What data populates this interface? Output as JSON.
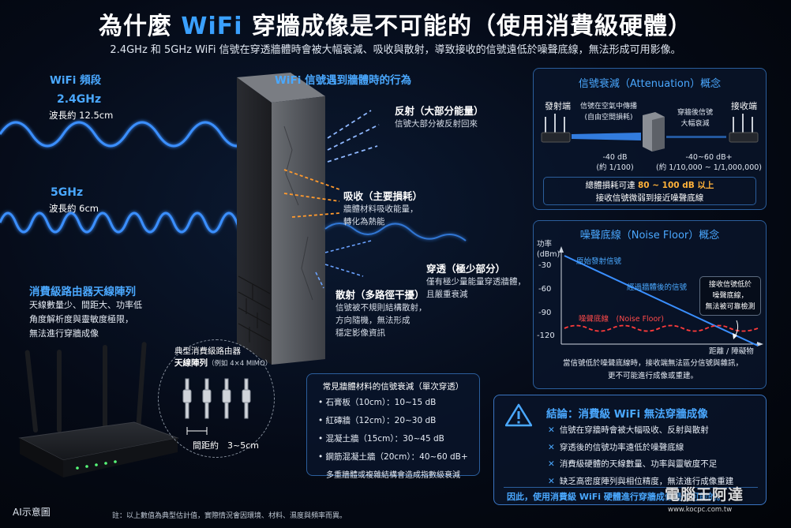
{
  "title": {
    "prefix": "為什麼 ",
    "wifi": "WiFi",
    "suffix": " 穿牆成像是不可能的（使用消費級硬體）"
  },
  "subtitle": "2.4GHz 和 5GHz WiFi 信號在穿透牆體時會被大幅衰減、吸收與散射，導致接收的信號遠低於噪聲底線，無法形成可用影像。",
  "bands": {
    "heading": "WiFi 頻段",
    "b24": {
      "name": "2.4GHz",
      "wavelength": "波長約 12.5cm"
    },
    "b5": {
      "name": "5GHz",
      "wavelength": "波長約 6cm"
    }
  },
  "wall_section": {
    "heading": "WiFi 信號遇到牆體時的行為",
    "reflect": {
      "title": "反射（大部分能量）",
      "desc": "信號大部分被反射回來"
    },
    "absorb": {
      "title": "吸收（主要損耗）",
      "desc1": "牆體材料吸收能量，",
      "desc2": "轉化為熱能"
    },
    "penetrate": {
      "title": "穿透（極少部分）",
      "desc1": "僅有極少量能量穿透牆體，",
      "desc2": "且嚴重衰減"
    },
    "scatter": {
      "title": "散射（多路徑干擾）",
      "desc1": "信號被不規則結構散射，",
      "desc2": "方向隨機，無法形成",
      "desc3": "穩定影像資訊"
    }
  },
  "router_section": {
    "heading": "消費級路由器天線陣列",
    "desc1": "天線數量少、間距大、功率低",
    "desc2": "角度解析度與靈敏度極限，",
    "desc3": "無法進行穿牆成像",
    "inset_title": "典型消費級路由器",
    "inset_sub_bold": "天線陣列",
    "inset_sub": "（例如 4×4 MIMO）",
    "spacing": "間距約　3~5cm"
  },
  "materials": {
    "title": "常見牆體材料的信號衰減（單次穿透）",
    "items": [
      "石膏板（10cm）：10~15 dB",
      "紅磚牆（12cm）：20~30 dB",
      "混凝土牆（15cm）：30~45 dB",
      "鋼筋混凝土牆（20cm）：40~60 dB+"
    ],
    "note": "多重牆體或複雜結構會造成指數級衰減"
  },
  "attenuation": {
    "title": "信號衰減（Attenuation）概念",
    "tx": "發射端",
    "rx": "接收端",
    "air_line1": "信號在空氣中傳播",
    "air_line2": "(自由空間損耗)",
    "wall_line1": "穿牆後信號",
    "wall_line2": "大幅衰減",
    "loss1_db": "-40 dB",
    "loss1_ratio": "(約 1/100)",
    "loss2_db": "-40~60 dB+",
    "loss2_ratio": "(約 1/10,000 ~ 1/1,000,000)",
    "total_prefix": "總體損耗可達 ",
    "total_value": "80 ~ 100 dB 以上",
    "total_line2": "接收信號微弱到接近噪聲底線"
  },
  "noise_floor": {
    "title": "噪聲底線（Noise Floor）概念",
    "ylabel1": "功率",
    "ylabel2": "(dBm)",
    "yticks": [
      "-30",
      "-60",
      "-90",
      "-120"
    ],
    "xlabel": "距離 / 障礙物",
    "series_original": "原始發射信號",
    "series_after": "經過牆體後的信號",
    "series_noise": "噪聲底線　(Noise Floor)",
    "callout1": "接收信號低於",
    "callout2": "噪聲底線，",
    "callout3": "無法被可靠檢測",
    "footer1": "當信號低於噪聲底線時，接收端無法區分信號與雜訊，",
    "footer2": "更不可能進行成像或重建。",
    "colors": {
      "signal": "#3a8fff",
      "noise": "#ff3b3b"
    }
  },
  "chart_data": {
    "type": "line",
    "title": "噪聲底線（Noise Floor）概念",
    "xlabel": "距離 / 障礙物",
    "ylabel": "功率 (dBm)",
    "yticks": [
      -30,
      -60,
      -90,
      -120
    ],
    "series": [
      {
        "name": "原始發射信號",
        "points": [
          [
            0,
            -20
          ],
          [
            1,
            -125
          ]
        ]
      },
      {
        "name": "噪聲底線　(Noise Floor)",
        "level": -110
      }
    ]
  },
  "conclusion": {
    "title": "結論：消費級 WiFi 無法穿牆成像",
    "items": [
      "信號在穿牆時會被大幅吸收、反射與散射",
      "穿透後的信號功率遠低於噪聲底線",
      "消費級硬體的天線數量、功率與靈敏度不足",
      "缺乏高密度陣列與相位精度，無法進行成像重建"
    ],
    "footer": "因此，使用消費級 WiFi 硬體進行穿牆成像是不可能的。"
  },
  "ai_label": "AI示意圖",
  "footnote": "註：以上數值為典型估計值，實際情況會因環境、材料、濕度與頻率而異。",
  "watermark": {
    "text": "電腦王阿達",
    "url": "www.kocpc.com.tw"
  }
}
